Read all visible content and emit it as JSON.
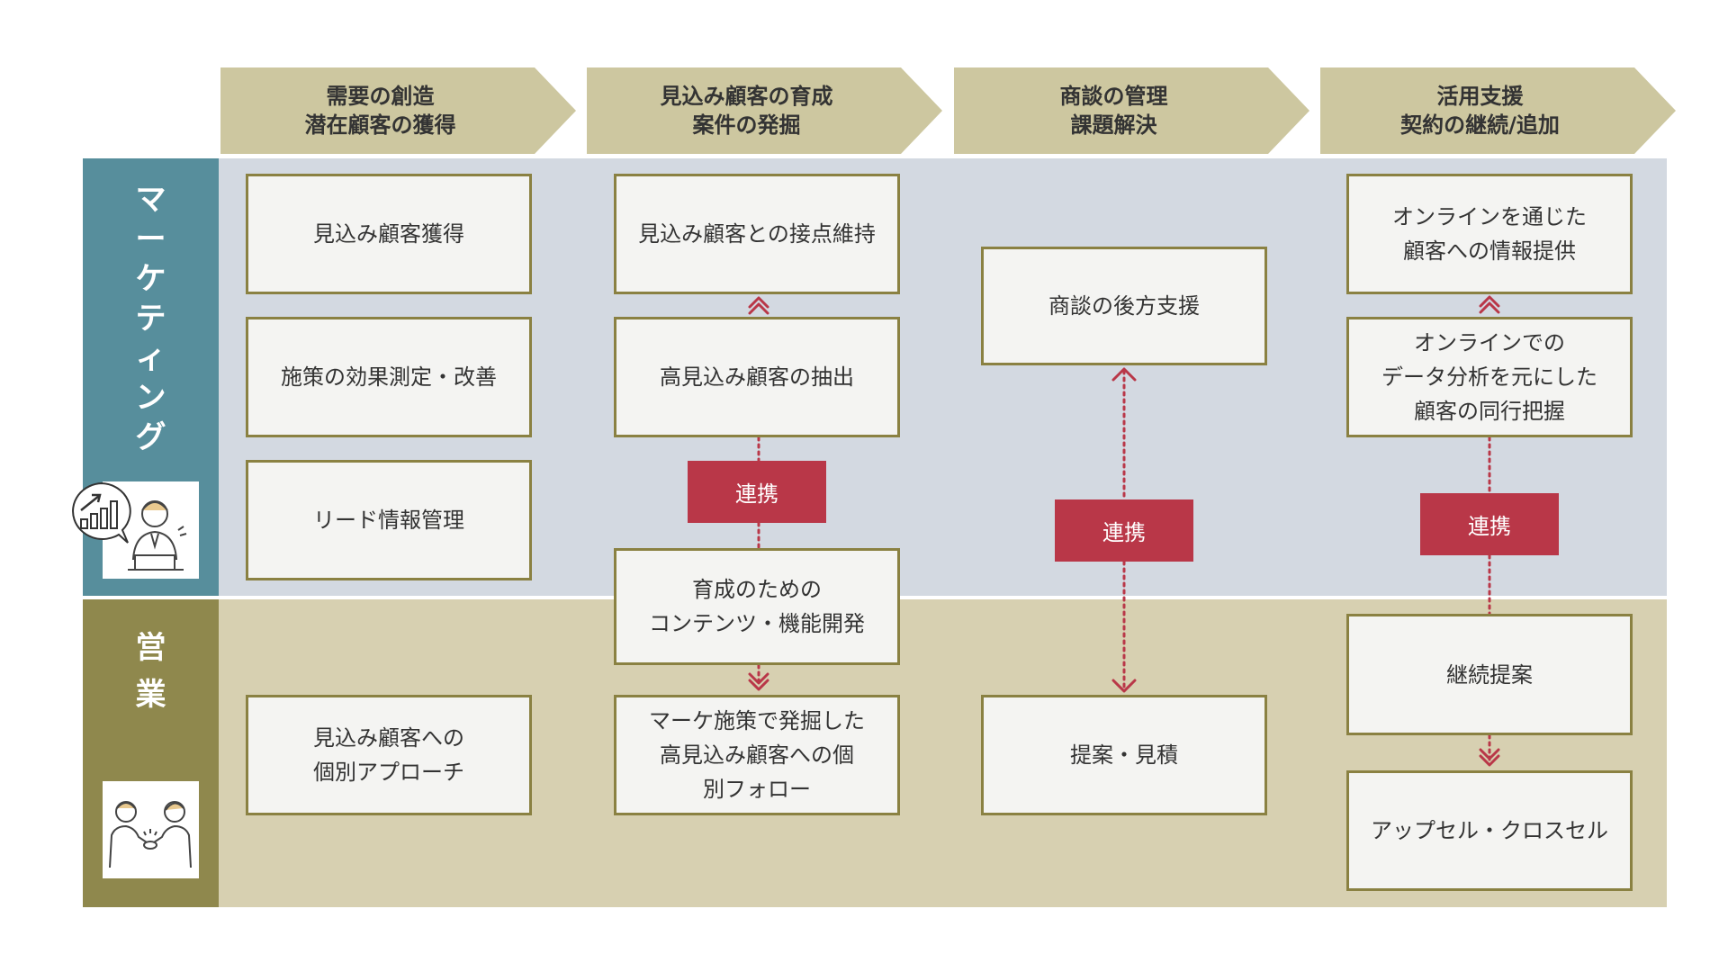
{
  "colors": {
    "header": "#cdc7a0",
    "marketing_band": "#d3d9e1",
    "sales_band": "#d7d0b1",
    "marketing_lane": "#578e9c",
    "sales_lane": "#8f884d",
    "box_border": "#8a8142",
    "link_badge": "#b93748",
    "connector": "#b93748"
  },
  "headers": [
    {
      "line1": "需要の創造",
      "line2": "潜在顧客の獲得"
    },
    {
      "line1": "見込み顧客の育成",
      "line2": "案件の発掘"
    },
    {
      "line1": "商談の管理",
      "line2": "課題解決"
    },
    {
      "line1": "活用支援",
      "line2": "契約の継続/追加"
    }
  ],
  "lanes": {
    "marketing": {
      "chars": [
        "マ",
        "ー",
        "ケ",
        "テ",
        "ィ",
        "ン",
        "グ"
      ],
      "icon": "person-with-chart-icon"
    },
    "sales": {
      "chars": [
        "営",
        "業"
      ],
      "icon": "handshake-icon"
    }
  },
  "boxes": {
    "col1_lead_acquisition": [
      "見込み顧客獲得"
    ],
    "col1_measure_improve": [
      "施策の効果測定・改善"
    ],
    "col1_lead_management": [
      "リード情報管理"
    ],
    "col1_individual_approach": [
      "見込み顧客への",
      "個別アプローチ"
    ],
    "col2_maintain_contact": [
      "見込み顧客との接点維持"
    ],
    "col2_extract_hot_leads": [
      "高見込み顧客の抽出"
    ],
    "col2_content_dev": [
      "育成のための",
      "コンテンツ・機能開発"
    ],
    "col2_follow_up": [
      "マーケ施策で発掘した",
      "高見込み顧客への個",
      "別フォロー"
    ],
    "col3_deal_support": [
      "商談の後方支援"
    ],
    "col3_proposal_quote": [
      "提案・見積"
    ],
    "col4_online_info": [
      "オンラインを通じた",
      "顧客への情報提供"
    ],
    "col4_online_analysis": [
      "オンラインでの",
      "データ分析を元にした",
      "顧客の同行把握"
    ],
    "col4_continuous_proposal": [
      "継続提案"
    ],
    "col4_upsell": [
      "アップセル・クロスセル"
    ]
  },
  "link_label": "連携"
}
